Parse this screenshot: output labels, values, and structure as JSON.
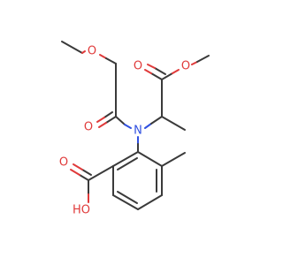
{
  "molecule": {
    "atoms": {
      "methoxy_o": "O",
      "ester_o_single": "O",
      "ester_o_double": "O",
      "amide_o": "O",
      "nitrogen": "N",
      "acid_o_double": "O",
      "acid_oh": "HO"
    },
    "colors": {
      "bond": "#3a3a3a",
      "oxygen": "#e03a3a",
      "nitrogen": "#3050e0"
    }
  }
}
